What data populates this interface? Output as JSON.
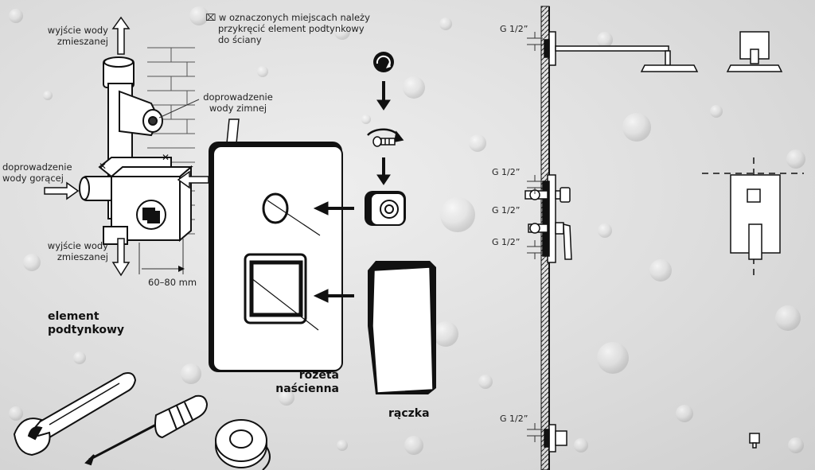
{
  "labels": {
    "note_mark": "⌧",
    "note_line1": "w oznaczonych miejscach należy",
    "note_line2": "przykręcić element podtynkowy",
    "note_line3": "do ściany",
    "outlet_top_line1": "wyjście wody",
    "outlet_top_line2": "zmieszanej",
    "cold_supply_line1": "doprowadzenie",
    "cold_supply_line2": "wody zimnej",
    "hot_supply_line1": "doprowadzenie",
    "hot_supply_line2": "wody gorącej",
    "outlet_bottom_line1": "wyjście wody",
    "outlet_bottom_line2": "zmieszanej",
    "depth": "60–80 mm",
    "element_line1": "element",
    "element_line2": "podtynkowy",
    "rosette_line1": "rozeta",
    "rosette_line2": "naścienna",
    "handle": "rączka",
    "thread_top": "G 1/2”",
    "thread_mid1": "G 1/2”",
    "thread_mid2": "G 1/2”",
    "thread_mid3": "G 1/2”",
    "thread_bottom": "G 1/2”"
  },
  "icons": [
    "rotate-icon",
    "screw-icon",
    "wrench-icon",
    "screwdriver-icon",
    "teflon-tape-icon"
  ],
  "colors": {
    "line": "#1a1a1a",
    "background": "#dedede",
    "fill": "#ffffff"
  }
}
